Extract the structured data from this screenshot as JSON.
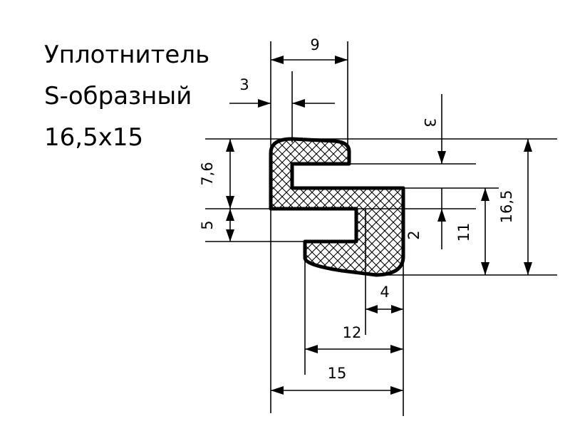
{
  "title": {
    "line1": "Уплотнитель",
    "line2": "S-образный",
    "line3": "16,5x15"
  },
  "dimensions": {
    "top_width": "9",
    "lip_thickness": "3",
    "right_top_offset": "3",
    "left_upper_height": "7,6",
    "left_slot_height": "5",
    "right_lower_gap": "2",
    "right_lower_height": "11",
    "total_height": "16,5",
    "bottom_lip": "4",
    "bottom_width": "12",
    "total_width": "15"
  },
  "colors": {
    "line": "#000000",
    "background": "#ffffff"
  }
}
